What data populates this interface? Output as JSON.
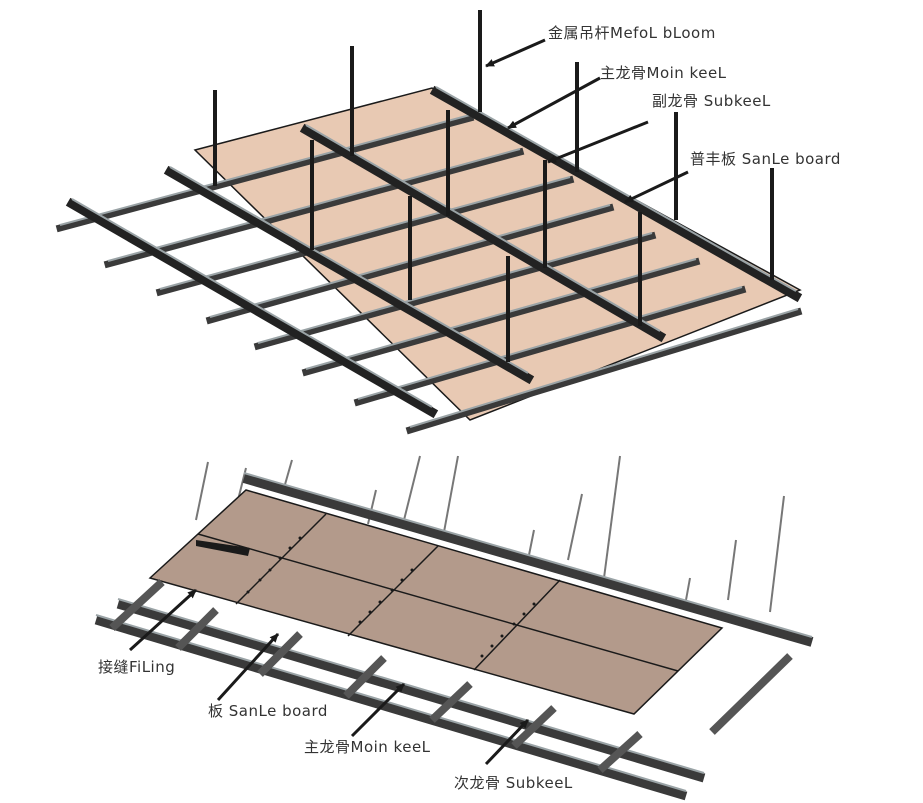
{
  "colors": {
    "board": "#e8c9b3",
    "board_lower": "#b39a8b",
    "steel": "#444444",
    "steel_light": "#9aa3a6",
    "line": "#1a1a1a",
    "text": "#333333",
    "background": "#ffffff"
  },
  "top_diagram": {
    "labels": {
      "hanger_rod": "金属吊杆MefoL  bLoom",
      "main_keel": "主龙骨Moin  keeL",
      "sub_keel": "副龙骨 SubkeeL",
      "board": "普丰板 SanLe board"
    }
  },
  "bottom_diagram": {
    "labels": {
      "filling": "接缝FiLing",
      "board": "板 SanLe board",
      "main_keel": "主龙骨Moin keeL",
      "sub_keel": "次龙骨 SubkeeL"
    }
  }
}
